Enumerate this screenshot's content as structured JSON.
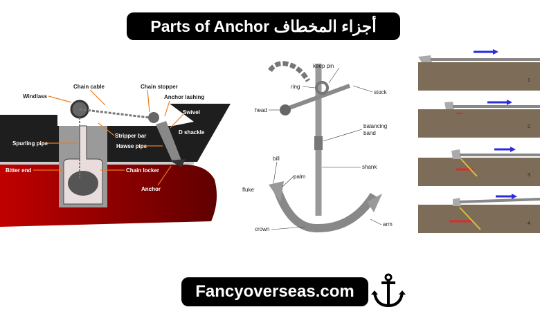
{
  "title": "Parts of Anchor  أجزاء المخطاف",
  "ship_diagram": {
    "labels": {
      "windlass": "Windlass",
      "chain_cable": "Chain cable",
      "chain_stopper": "Chain stopper",
      "anchor_lashing": "Anchor lashing",
      "swivel": "Swivel",
      "d_shackle": "D shackle",
      "stripper_bar": "Stripper bar",
      "spurling_pipe": "Spurling pipe",
      "hawse_pipe": "Hawse pipe",
      "bitter_end": "Bitter end",
      "chain_locker": "Chain locker",
      "anchor": "Anchor"
    }
  },
  "anchor_diagram": {
    "labels": {
      "keep_pin": "keep pin",
      "ring": "ring",
      "stock": "stock",
      "head": "head",
      "balancing_band": "balancing",
      "balancing_band2": "band",
      "bill": "bill",
      "palm": "palm",
      "shank": "shank",
      "fluke": "fluke",
      "crown": "crown",
      "arm": "arm"
    }
  },
  "stages": [
    "1",
    "2",
    "3",
    "4"
  ],
  "footer": {
    "site": "Fancyoverseas.com"
  },
  "colors": {
    "hull": "#b00000",
    "deck": "#1e1e1e",
    "ground": "#7d6d58",
    "arrow_pull": "#2a2ae0",
    "arrow_drag": "#e02a2a"
  }
}
